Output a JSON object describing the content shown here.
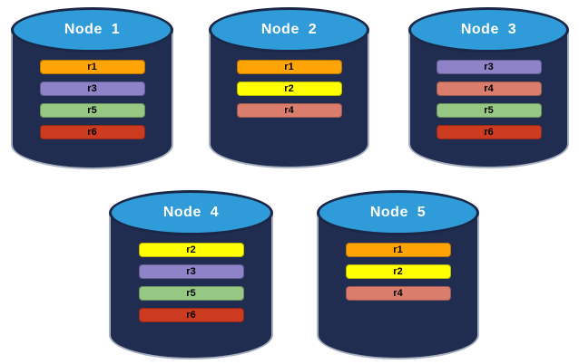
{
  "diagram": {
    "canvas_background": "#FFFFFF"
  },
  "colors": {
    "cylinder_body": "#202C50",
    "cylinder_outline": "#A9B1C0",
    "ellipse_fill": "#2F9CD9",
    "ellipse_border": "#1B2747",
    "title_text": "#FFFFFF",
    "bar_text": "#000000"
  },
  "replica_colors": {
    "r1": "#FFA405",
    "r2": "#FFFF00",
    "r3": "#8E82C8",
    "r4": "#DA7D6C",
    "r5": "#96C884",
    "r6": "#CC3A20"
  },
  "nodes": [
    {
      "id": "node-1",
      "title": "Node  1",
      "replicas": [
        "r1",
        "r3",
        "r5",
        "r6"
      ]
    },
    {
      "id": "node-2",
      "title": "Node  2",
      "replicas": [
        "r1",
        "r2",
        "r4"
      ]
    },
    {
      "id": "node-3",
      "title": "Node  3",
      "replicas": [
        "r3",
        "r4",
        "r5",
        "r6"
      ]
    },
    {
      "id": "node-4",
      "title": "Node  4",
      "replicas": [
        "r2",
        "r3",
        "r5",
        "r6"
      ]
    },
    {
      "id": "node-5",
      "title": "Node  5",
      "replicas": [
        "r1",
        "r2",
        "r4"
      ]
    }
  ]
}
